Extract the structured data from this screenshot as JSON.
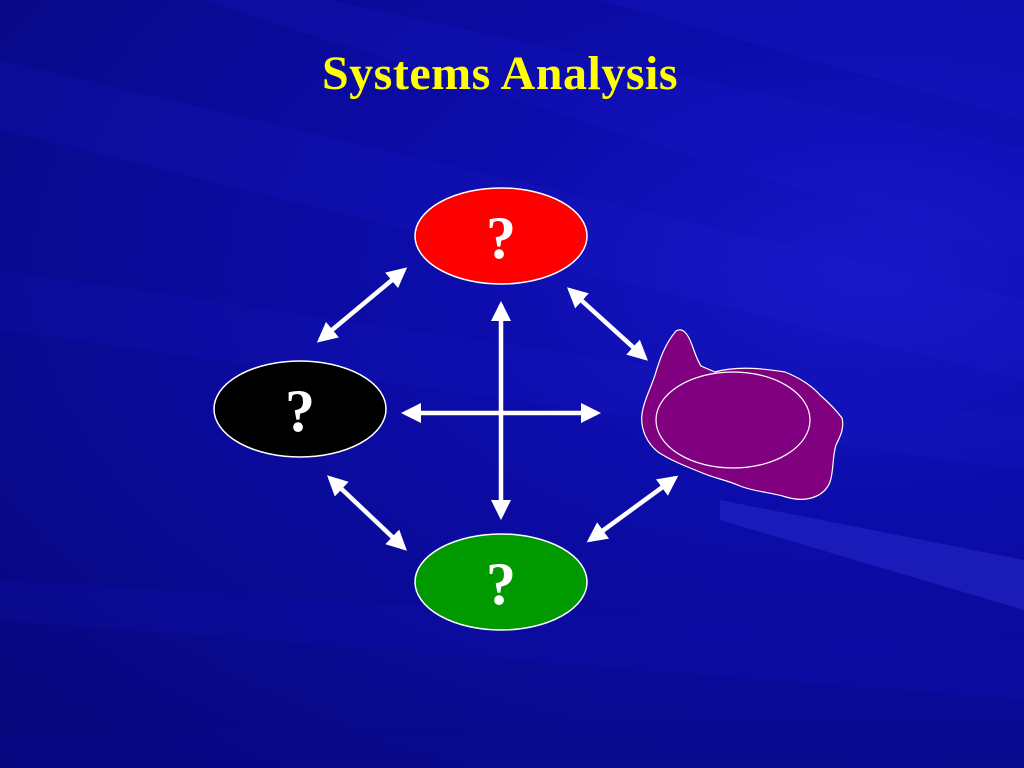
{
  "slide": {
    "title": "Systems Analysis"
  },
  "diagram": {
    "nodes": [
      {
        "id": "top",
        "label": "?",
        "color": "#ff0000"
      },
      {
        "id": "left",
        "label": "?",
        "color": "#000000"
      },
      {
        "id": "bottom",
        "label": "?",
        "color": "#009900"
      },
      {
        "id": "right",
        "label": "",
        "color": "#800080"
      }
    ],
    "arrow_color": "#ffffff"
  },
  "colors": {
    "background": "#0c0caa",
    "title": "#ffff00"
  }
}
